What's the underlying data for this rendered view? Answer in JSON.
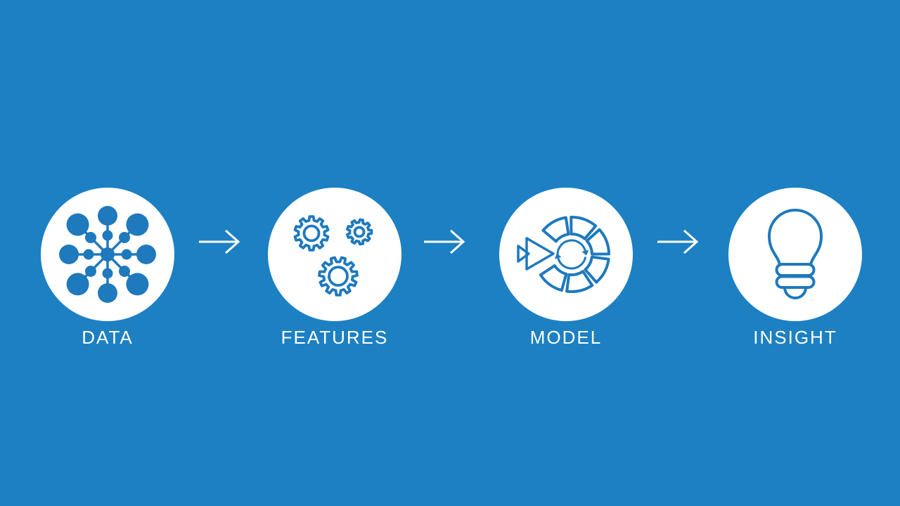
{
  "title": "Data pipeline diagram",
  "colors": {
    "background_blue": "#1C80C3",
    "icon_blue": "#1E79BD",
    "circle_white": "#FFFFFF",
    "text_white": "#FFFFFF"
  },
  "pipeline": {
    "stages": [
      {
        "label": "DATA",
        "icon": "network-hub-icon"
      },
      {
        "label": "FEATURES",
        "icon": "gears-icon"
      },
      {
        "label": "MODEL",
        "icon": "cycle-segments-icon"
      },
      {
        "label": "INSIGHT",
        "icon": "lightbulb-icon"
      }
    ],
    "connector_glyph": "right-arrow"
  }
}
